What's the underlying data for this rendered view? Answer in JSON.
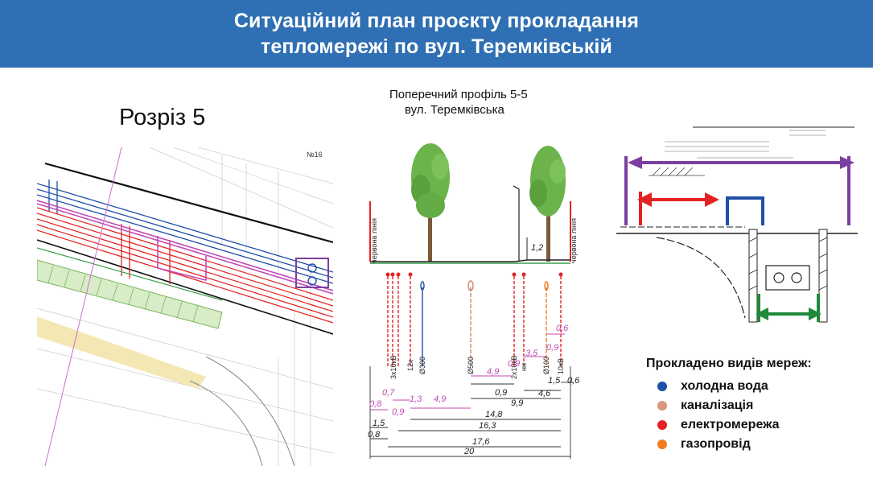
{
  "header": {
    "title_line1": "Ситуаційний план проєкту прокладання",
    "title_line2": "тепломережі по вул. Теремківській"
  },
  "section_title": "Розріз 5",
  "profile": {
    "title_line1": "Поперечний профіль 5-5",
    "title_line2": "вул. Теремківська",
    "red_line_label": "червона лінія",
    "height_label": "1,2",
    "utility_labels": [
      "3х10кВ",
      "12к",
      "Ø300",
      "Ø500",
      "2х10кВ",
      "нн",
      "Ø100",
      "10кВ"
    ],
    "dimension_labels": [
      "0,6",
      "3,5",
      "0,9",
      "0,9",
      "4,9",
      "0,7",
      "0,8",
      "1,3",
      "4,9",
      "0,9",
      "0,9",
      "4,6",
      "9,9",
      "1,5",
      "0,6",
      "14,8",
      "1,5",
      "16,3",
      "0,8",
      "17,6",
      "20"
    ]
  },
  "map": {
    "street_label": "№16"
  },
  "legend": {
    "title": "Прокладено видів мереж:",
    "items": [
      {
        "label": "холодна вода",
        "color": "#1f4fa8"
      },
      {
        "label": "каналізація",
        "color": "#d9967a"
      },
      {
        "label": "електромережа",
        "color": "#e32322"
      },
      {
        "label": "газопровід",
        "color": "#ef7b22"
      }
    ]
  },
  "colors": {
    "header_bg": "#2f6fb3",
    "water": "#1f4fa8",
    "sewer": "#d9967a",
    "electric": "#e32322",
    "gas": "#ef7b22",
    "dimension": "#c24ab8",
    "trench": "#7a3fa0",
    "heat": "#1e8a3a"
  }
}
